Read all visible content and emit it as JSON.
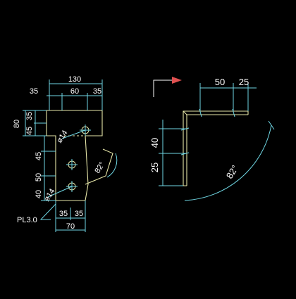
{
  "colors": {
    "background": "#000000",
    "dimension": "#6fd6e3",
    "part": "#e6e6a8",
    "arrow": "#e05050",
    "view_marker": "#f2c400"
  },
  "flat_view": {
    "dims_top": [
      "130",
      "35",
      "60",
      "35"
    ],
    "dims_left": [
      "80",
      "35",
      "45",
      "45",
      "50",
      "40"
    ],
    "dims_bottom": [
      "35",
      "35",
      "70"
    ],
    "hole_labels": [
      "ø14",
      "ø14"
    ],
    "angle_label": "82°",
    "plate_label": "PL3.0"
  },
  "side_view": {
    "dims_top": [
      "50",
      "25"
    ],
    "dims_left": [
      "40",
      "25"
    ],
    "angle_label": "82°",
    "view_arrow": "arrow-icon"
  }
}
